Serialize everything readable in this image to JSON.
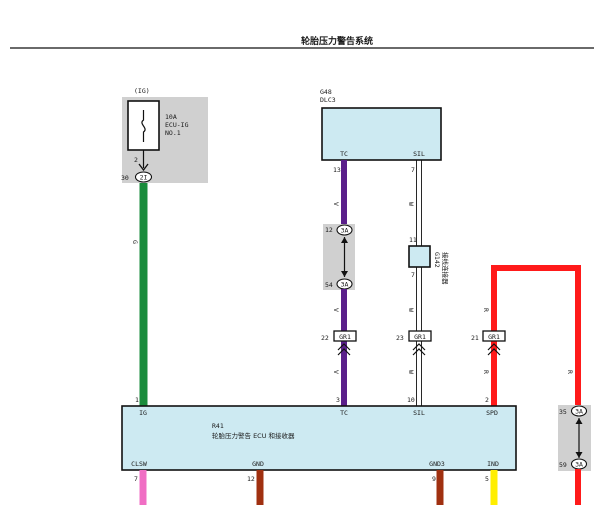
{
  "page": {
    "title": "轮胎压力警告系统"
  },
  "fuse": {
    "circuit": "(IG)",
    "rating": "10A",
    "name": "ECU-IG",
    "number": "NO.1",
    "pin_top": "2",
    "pin_left": "30",
    "connector": "2I"
  },
  "dlc": {
    "id": "G48",
    "name": "DLC3",
    "pin_tc_label": "TC",
    "pin_sil_label": "SIL",
    "pin_tc_num": "13",
    "pin_sil_num": "7"
  },
  "junction_a": {
    "pin_top": "12",
    "pin_bottom": "54",
    "conn_top": "3A",
    "conn_bottom": "3A"
  },
  "junction_connector": {
    "pin_top": "11",
    "pin_bottom": "7",
    "id": "G142",
    "label": "接线连接器"
  },
  "junction_b": {
    "pin_top": "35",
    "pin_bottom": "59",
    "conn_top": "3A",
    "conn_bottom": "3A"
  },
  "gr1_connectors": [
    {
      "pin": "22",
      "label": "GR1"
    },
    {
      "pin": "23",
      "label": "GR1"
    },
    {
      "pin": "21",
      "label": "GR1"
    }
  ],
  "ecu": {
    "id": "R41",
    "name": "轮胎压力警告 ECU 和接收器",
    "top_pins": [
      {
        "num": "1",
        "label": "IG"
      },
      {
        "num": "3",
        "label": "TC"
      },
      {
        "num": "10",
        "label": "SIL"
      },
      {
        "num": "2",
        "label": "SPD"
      }
    ],
    "bottom_pins": [
      {
        "num": "7",
        "label": "CLSW"
      },
      {
        "num": "12",
        "label": "GND"
      },
      {
        "num": "9",
        "label": "GND3"
      },
      {
        "num": "5",
        "label": "IND"
      }
    ]
  },
  "wire_colors": {
    "ig": "G",
    "tc": "V",
    "sil": "W",
    "spd": "R"
  },
  "colors": {
    "green": "#1a8c3c",
    "violet": "#5a1f8a",
    "red": "#ff1a1a",
    "pink": "#f06ec4",
    "brown": "#a03010",
    "yellow": "#ffee00"
  }
}
